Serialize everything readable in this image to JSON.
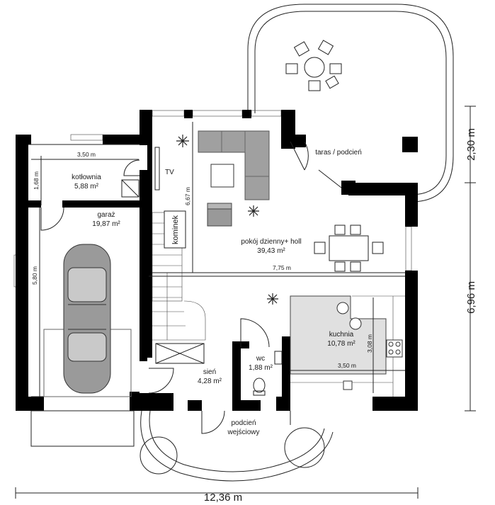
{
  "rooms": {
    "kotlownia": {
      "name": "kotłownia",
      "area": "5,88 m²"
    },
    "garaz": {
      "name": "garaż",
      "area": "19,87 m²"
    },
    "pokoj": {
      "name": "pokój dzienny+ holl",
      "area": "39,43 m²"
    },
    "kuchnia": {
      "name": "kuchnia",
      "area": "10,78 m²"
    },
    "wc": {
      "name": "wc",
      "area": "1,88 m²"
    },
    "sien": {
      "name": "sień",
      "area": "4,28 m²"
    },
    "taras": {
      "name": "taras / podcień"
    },
    "podcien": {
      "line1": "podcień",
      "line2": "wejściowy"
    }
  },
  "labels": {
    "tv": "TV",
    "kominek": "kominek"
  },
  "dimensions": {
    "kotlownia_w": "3,50 m",
    "kotlownia_h": "1,68 m",
    "garaz_h": "5,80 m",
    "pokoj_h": "6,67 m",
    "pokoj_w": "7,75 m",
    "kuchnia_w": "3,50 m",
    "kuchnia_h": "3,08 m",
    "total_w": "12,36 m",
    "total_h": "6,96 m",
    "taras_h": "2,30 m"
  },
  "colors": {
    "wall": "#000000",
    "sofa": "#999999",
    "kitchen_floor": "#e0e0e0",
    "car_body": "#9a9a9a"
  }
}
